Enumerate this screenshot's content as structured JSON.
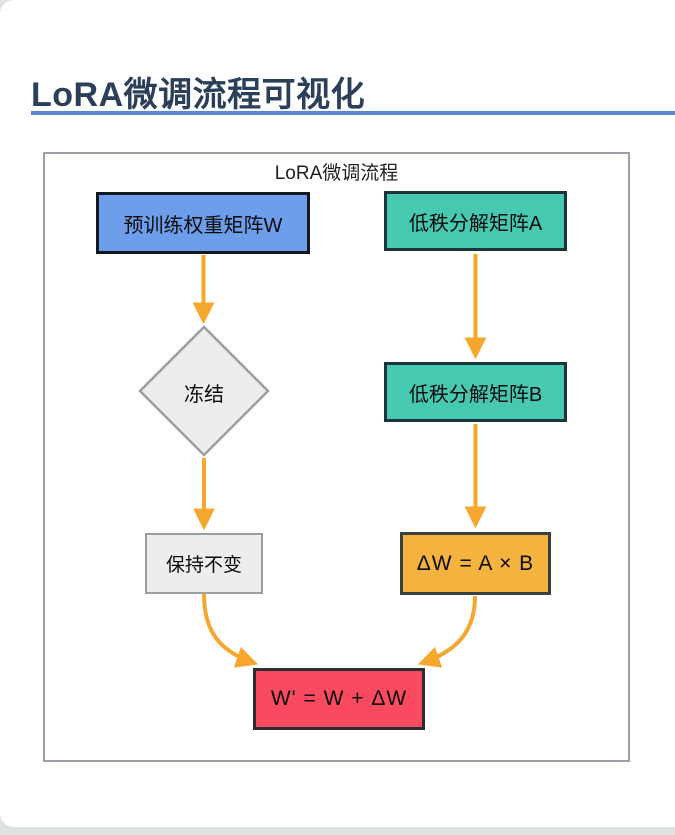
{
  "page": {
    "title": "LoRA微调流程可视化",
    "title_color": "#2b3f5a",
    "accent_color": "#5b83d6",
    "background_color": "#dee3e1",
    "card_color": "#ffffff"
  },
  "diagram": {
    "title": "LoRA微调流程",
    "panel_border_color": "#9aa0a6",
    "arrow_color": "#f5a72e",
    "nodes": {
      "pretrained": {
        "label": "预训练权重矩阵W",
        "fill": "#6d9eeb",
        "border": "#12181d",
        "shape": "rect"
      },
      "matrix_a": {
        "label": "低秩分解矩阵A",
        "fill": "#47c8b0",
        "border": "#1d3438",
        "shape": "rect"
      },
      "freeze": {
        "label": "冻结",
        "fill": "#ededed",
        "border": "#9e9e9e",
        "shape": "diamond"
      },
      "matrix_b": {
        "label": "低秩分解矩阵B",
        "fill": "#47c8b0",
        "border": "#1d3438",
        "shape": "rect"
      },
      "unchanged": {
        "label": "保持不变",
        "fill": "#ededed",
        "border": "#9e9e9e",
        "shape": "rect"
      },
      "delta": {
        "label": "ΔW = A × B",
        "fill": "#f3b33e",
        "border": "#3a3f42",
        "shape": "rect"
      },
      "merged": {
        "label": "W' = W + ΔW",
        "fill": "#fa4a5f",
        "border": "#2b2e31",
        "shape": "rect"
      }
    },
    "edges": [
      {
        "from": "pretrained",
        "to": "freeze"
      },
      {
        "from": "freeze",
        "to": "unchanged"
      },
      {
        "from": "matrix_a",
        "to": "matrix_b"
      },
      {
        "from": "matrix_b",
        "to": "delta"
      },
      {
        "from": "unchanged",
        "to": "merged"
      },
      {
        "from": "delta",
        "to": "merged"
      }
    ]
  }
}
